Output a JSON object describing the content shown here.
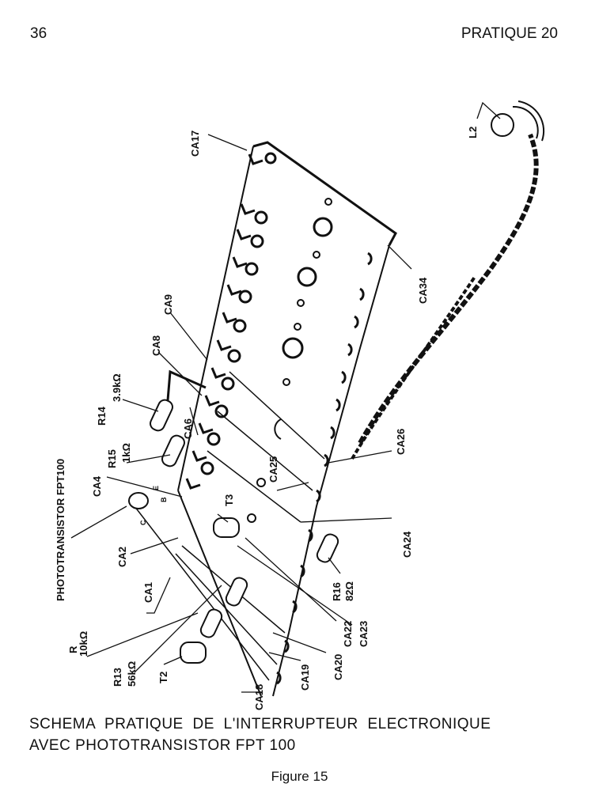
{
  "header": {
    "page_number": "36",
    "section": "PRATIQUE 20"
  },
  "labels": {
    "L2": "L2",
    "CA17": "CA17",
    "CA34": "CA34",
    "CA9": "CA9",
    "CA8": "CA8",
    "R14": "R14",
    "R14_value": "3.9kΩ",
    "CA6": "CA6",
    "R15": "R15",
    "R15_value": "1kΩ",
    "CA25": "CA25",
    "CA4": "CA4",
    "CA26": "CA26",
    "phototransistor": "PHOTOTRANSISTOR FPT100",
    "T3": "T3",
    "CA2": "CA2",
    "CA1": "CA1",
    "CA24": "CA24",
    "R16": "R16",
    "R16_value": "82Ω",
    "CA22": "CA22",
    "CA23": "CA23",
    "R": "R",
    "R_value": "10kΩ",
    "R13": "R13",
    "R13_value": "56kΩ",
    "T2": "T2",
    "CA18": "CA18",
    "CA19": "CA19",
    "CA20": "CA20",
    "pin_E": "E",
    "pin_B": "B",
    "pin_C": "C"
  },
  "caption": {
    "line1": "SCHEMA PRATIQUE DE L'INTERRUPTEUR ELECTRONIQUE",
    "line2": "AVEC PHOTOTRANSISTOR FPT 100"
  },
  "figure_label": "Figure 15"
}
